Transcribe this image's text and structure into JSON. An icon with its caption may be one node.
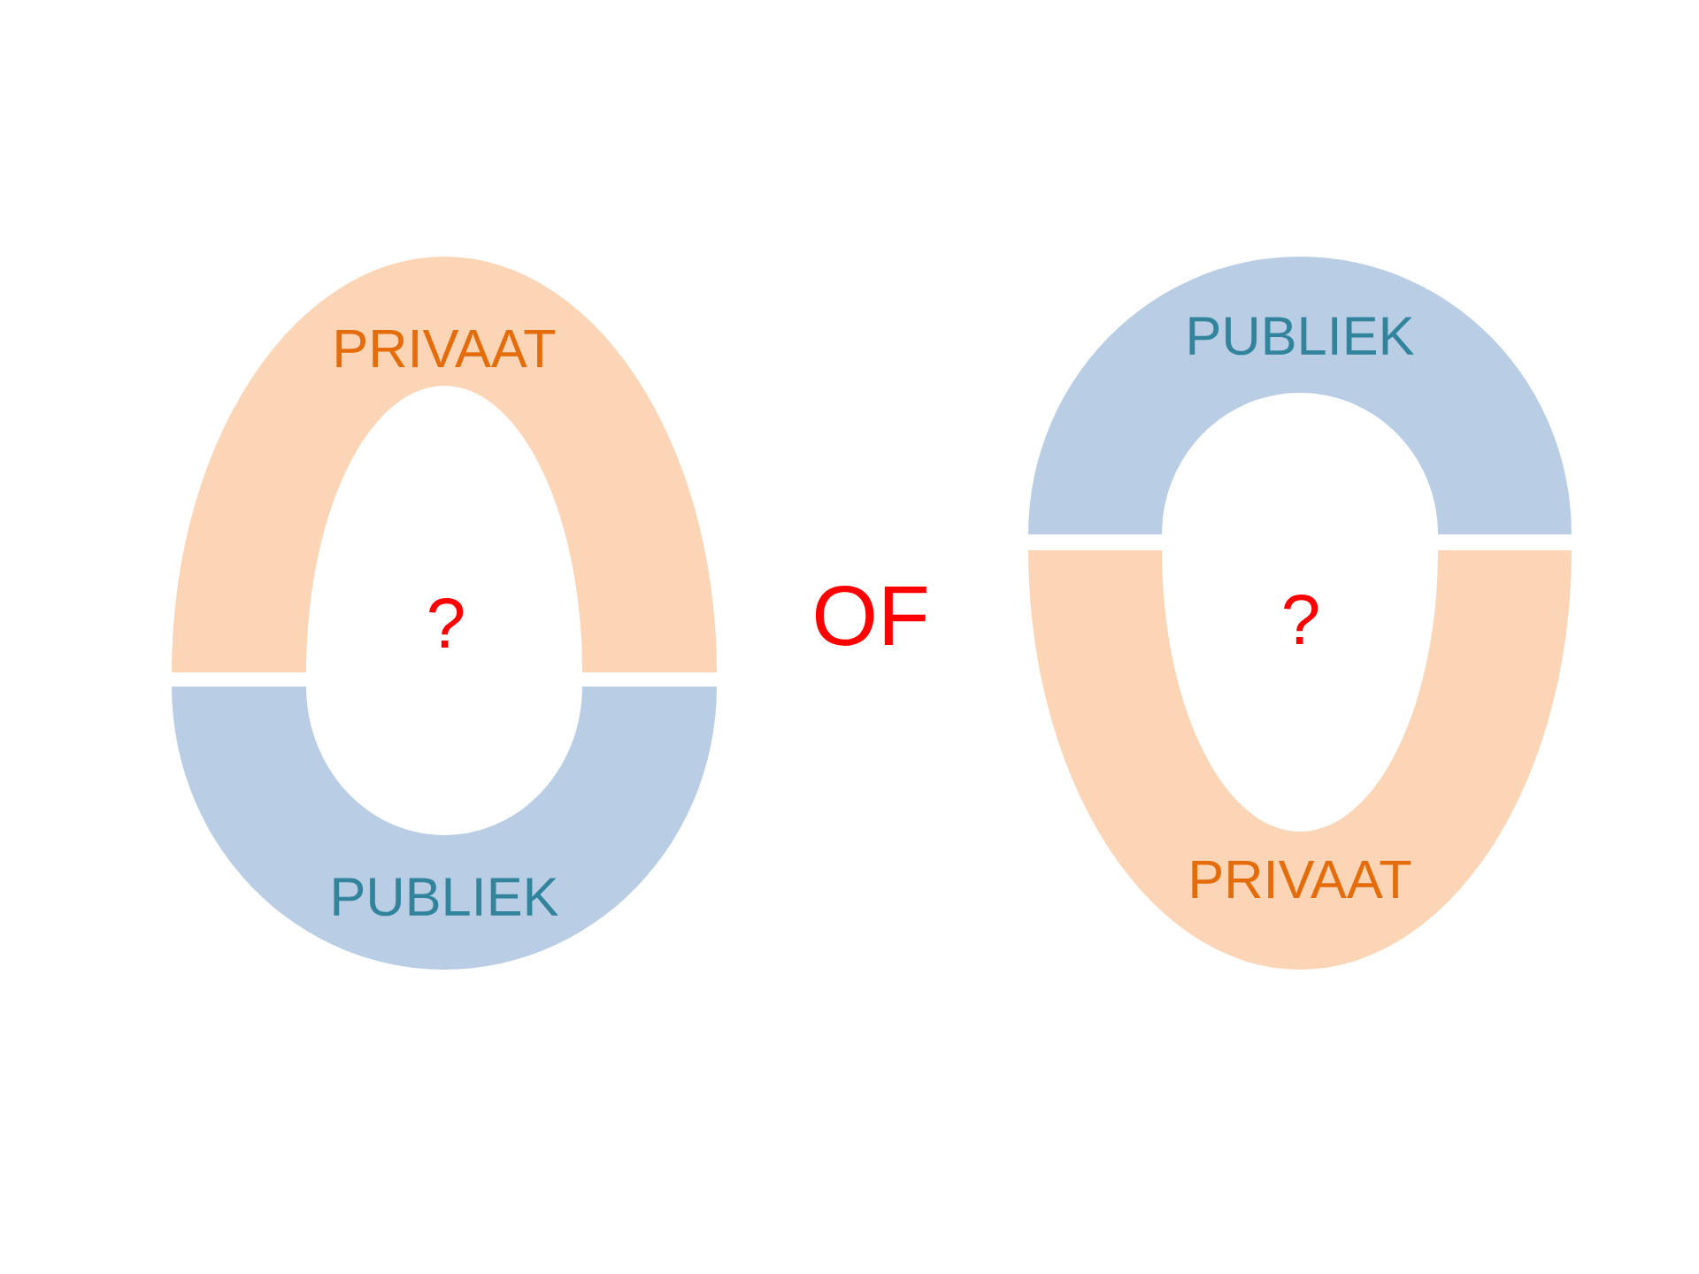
{
  "diagram": {
    "nodes": [
      {
        "text": [
          "PRIVAAT"
        ]
      },
      {
        "text": [
          "PUBLIEK"
        ]
      },
      {
        "text": [
          "PUBLIEK"
        ]
      },
      {
        "text": [
          "PRIVAAT"
        ]
      }
    ],
    "labels": [
      "?",
      "OF",
      "?"
    ]
  }
}
